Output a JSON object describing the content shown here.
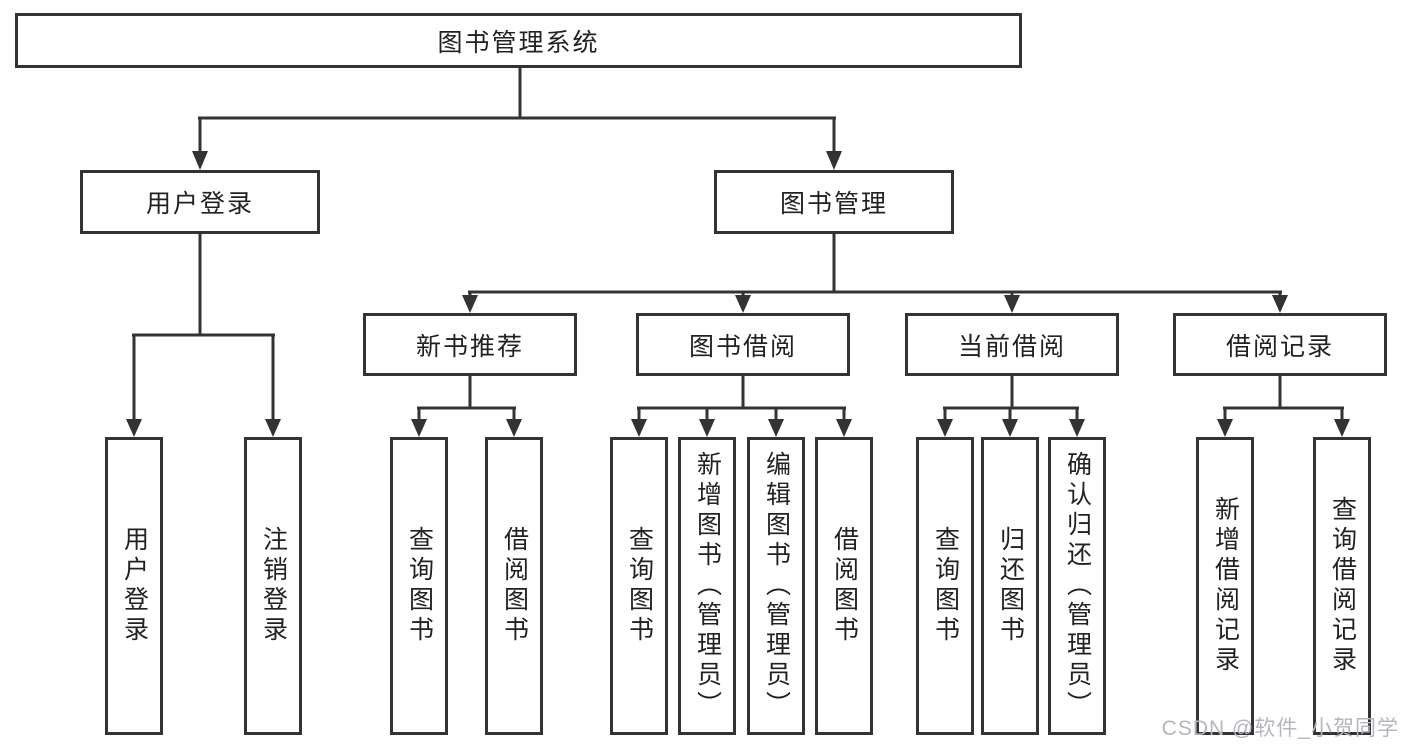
{
  "tree": {
    "root": {
      "label": "图书管理系统",
      "children": [
        {
          "label": "用户登录",
          "children": [
            {
              "label": "用户登录"
            },
            {
              "label": "注销登录"
            }
          ]
        },
        {
          "label": "图书管理",
          "children": [
            {
              "label": "新书推荐",
              "children": [
                {
                  "label": "查询图书"
                },
                {
                  "label": "借阅图书"
                }
              ]
            },
            {
              "label": "图书借阅",
              "children": [
                {
                  "label": "查询图书"
                },
                {
                  "label": "新增图书（管理员）"
                },
                {
                  "label": "编辑图书（管理员）"
                },
                {
                  "label": "借阅图书"
                }
              ]
            },
            {
              "label": "当前借阅",
              "children": [
                {
                  "label": "查询图书"
                },
                {
                  "label": "归还图书"
                },
                {
                  "label": "确认归还（管理员）"
                }
              ]
            },
            {
              "label": "借阅记录",
              "children": [
                {
                  "label": "新增借阅记录"
                },
                {
                  "label": "查询借阅记录"
                }
              ]
            }
          ]
        }
      ]
    }
  },
  "watermark": {
    "text": "CSDN @软件_小贺同学"
  },
  "colors": {
    "line": "#333333",
    "box_border": "#333333",
    "box_fill": "#ffffff",
    "text": "#222222",
    "watermark_text": "#b3b6bc",
    "background": "#ffffff"
  }
}
